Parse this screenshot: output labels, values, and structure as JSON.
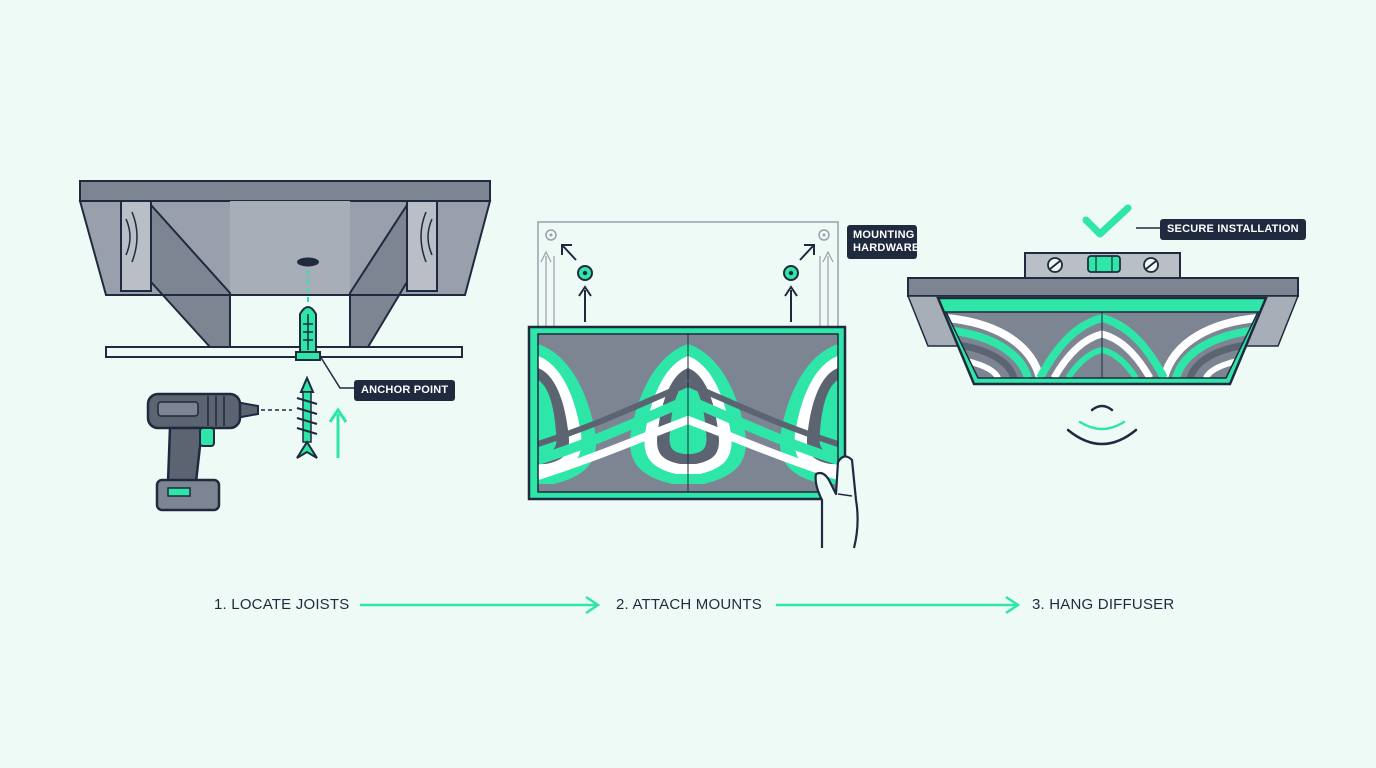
{
  "labels": {
    "anchor_point": "ANCHOR POINT",
    "mounting_hardware": "MOUNTING HARDWARE",
    "secure_installation": "SECURE INSTALLATION"
  },
  "steps": [
    {
      "label": "1. LOCATE JOISTS"
    },
    {
      "label": "2. ATTACH MOUNTS"
    },
    {
      "label": "3. HANG DIFFUSER"
    }
  ],
  "colors": {
    "background": "#eefaf6",
    "outline": "#1f2a3f",
    "accent": "#2ee6a8",
    "gray": "#7d8593",
    "gray_dark": "#5c6472",
    "gray_light": "#b9bec7"
  },
  "icons": [
    "drill-icon",
    "screw-icon",
    "wall-anchor-icon",
    "hand-icon",
    "spirit-level-icon",
    "checkmark-icon",
    "sound-wave-icon",
    "arrow-right-icon"
  ]
}
